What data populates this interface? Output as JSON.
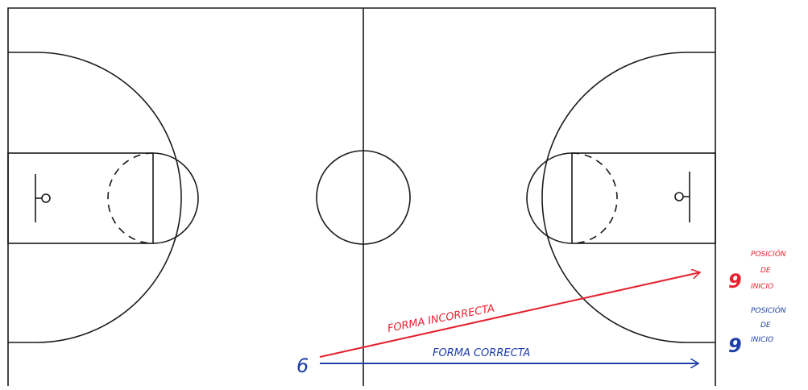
{
  "colors": {
    "court_lines": "#1a1a1a",
    "incorrect": "#e5222e",
    "correct": "#1f3fa8"
  },
  "labels": {
    "incorrect_path": "FORMA INCORRECTA",
    "correct_path": "FORMA CORRECTA",
    "start_position_red": [
      "POSICIÓN",
      "DE",
      "INICIO"
    ],
    "start_position_blue": [
      "POSICIÓN",
      "DE",
      "INICIO"
    ]
  },
  "players": {
    "player_mark": "6",
    "start_mark_red": "9",
    "start_mark_blue": "9"
  }
}
